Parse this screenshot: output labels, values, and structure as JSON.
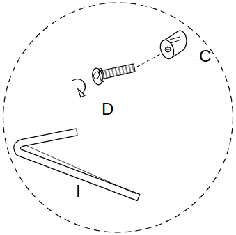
{
  "diagram": {
    "labels": [
      "C",
      "D",
      "I"
    ]
  }
}
